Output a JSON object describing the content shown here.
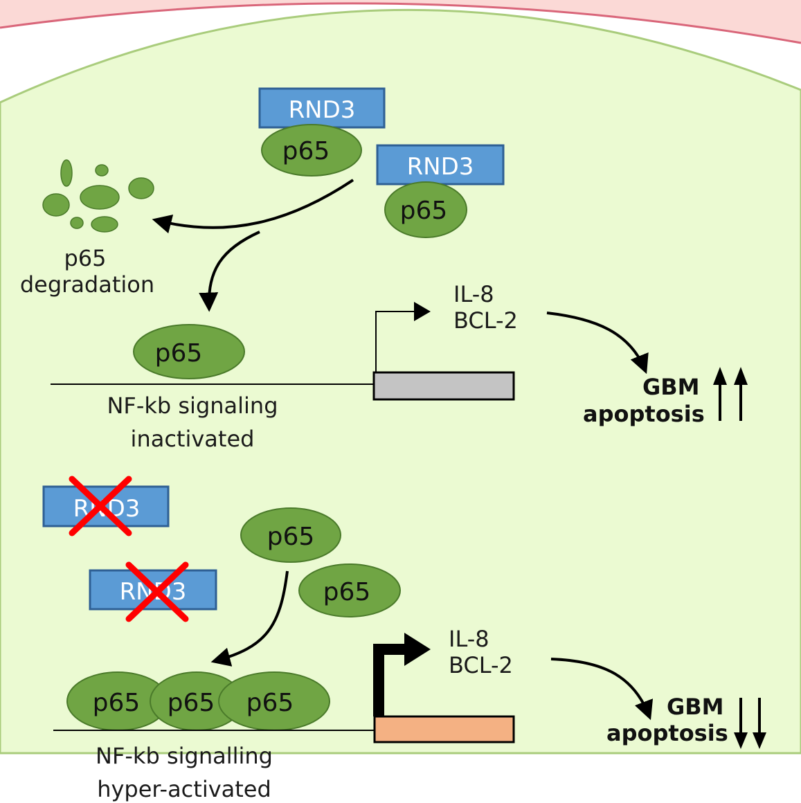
{
  "colors": {
    "nucleus_fill": "#fbd9d6",
    "nucleus_stroke": "#d9667a",
    "cell_fill": "#ebfad2",
    "cell_stroke": "#a9cc7c",
    "rnd3_fill": "#5b9bd5",
    "rnd3_stroke": "#2e5f94",
    "p65_fill": "#70a544",
    "p65_stroke": "#4a7a2a",
    "gene_inactive": "#c4c4c4",
    "gene_active": "#f4b183",
    "cross": "#ff0000"
  },
  "icons": {
    "cross": "red-x-cross-icon",
    "arrow_up": "up-arrow-icon",
    "arrow_down": "down-arrow-icon",
    "promoter_arrow": "transcription-start-arrow-icon"
  },
  "top": {
    "rnd3_a": "RND3",
    "p65_a": "p65",
    "rnd3_b": "RND3",
    "p65_b": "p65",
    "degradation_line1": "p65",
    "degradation_line2": "degradation",
    "p65_dna": "p65",
    "genes_line1": "IL-8",
    "genes_line2": "BCL-2",
    "outcome_line1": "GBM",
    "outcome_line2": "apoptosis",
    "state_line1": "NF-kb signaling",
    "state_line2": "inactivated"
  },
  "bottom": {
    "rnd3_a": "RND3",
    "rnd3_b": "RND3",
    "p65_a": "p65",
    "p65_b": "p65",
    "p65_dna_1": "p65",
    "p65_dna_2": "p65",
    "p65_dna_3": "p65",
    "genes_line1": "IL-8",
    "genes_line2": "BCL-2",
    "outcome_line1": "GBM",
    "outcome_line2": "apoptosis",
    "state_line1": "NF-kb signalling",
    "state_line2": "hyper-activated"
  }
}
